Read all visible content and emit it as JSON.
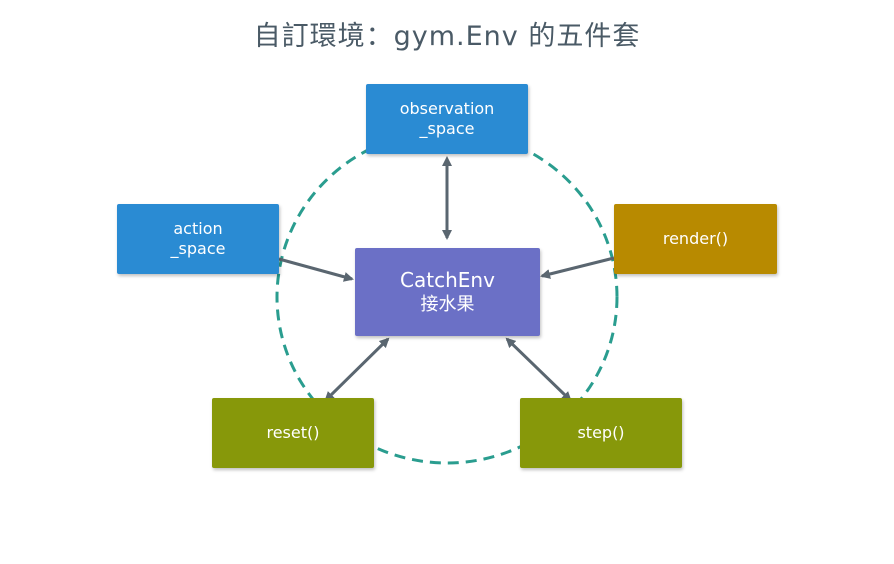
{
  "title": "自訂環境：gym.Env 的五件套",
  "center": {
    "line1": "CatchEnv",
    "line2": "接水果"
  },
  "nodes": {
    "observation": {
      "line1": "observation",
      "line2": "_space"
    },
    "action": {
      "line1": "action",
      "line2": "_space"
    },
    "render": {
      "label": "render()"
    },
    "reset": {
      "label": "reset()"
    },
    "step": {
      "label": "step()"
    }
  },
  "colors": {
    "space_boxes": "#2a8bd3",
    "render_box": "#b88a00",
    "method_boxes": "#87980a",
    "center_box": "#6b70c6",
    "circle": "#2a9d8f",
    "arrows": "#5a6670",
    "title": "#4a5a66"
  }
}
